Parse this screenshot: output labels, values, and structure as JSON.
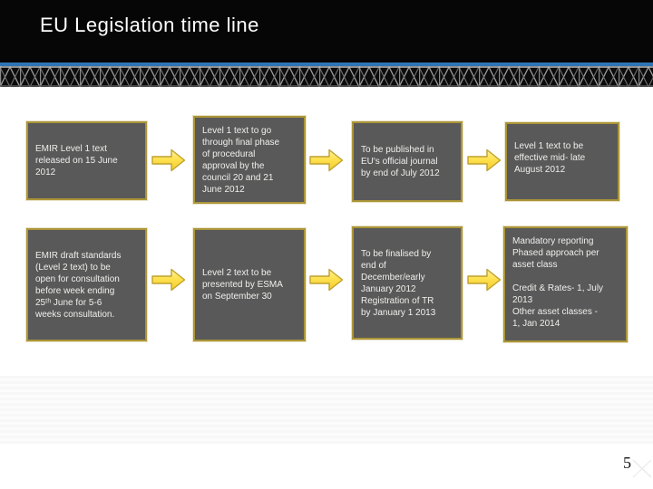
{
  "slide": {
    "title": "EU Legislation time line",
    "page_number": "5"
  },
  "colors": {
    "header_bg": "#060606",
    "title_text": "#FFFFFF",
    "accent_blue": "#2E74B5",
    "box_fill": "#595959",
    "box_border_gold": "#AB9537",
    "box_border_outer": "#EAE3C8",
    "box_text": "#F0EFEC",
    "arrow_fill": "#FFE14E",
    "arrow_border": "#BFA12C"
  },
  "icons": {
    "flow_arrow": "right-block-arrow",
    "banner": "steel-truss-bridge-pattern"
  },
  "timeline": {
    "boxes": [
      {
        "text": "EMIR Level 1 text\nreleased on 15 June\n2012"
      },
      {
        "text": "Level 1 text to go\nthrough final phase\nof procedural\napproval by the\ncouncil 20 and 21\nJune 2012"
      },
      {
        "text": "To be published in\nEU's official journal\nby end of July 2012"
      },
      {
        "text": "Level 1 text to be\neffective mid- late\nAugust 2012"
      },
      {
        "text": "EMIR draft standards\n(Level 2 text) to be\nopen for consultation\nbefore week ending\n25ᵗʰ June for 5-6\nweeks consultation."
      },
      {
        "text": "Level 2 text to be\npresented by ESMA\non September 30"
      },
      {
        "text": "To be finalised by\nend of\nDecember/early\nJanuary 2012\nRegistration of TR\nby January 1 2013"
      },
      {
        "text": "Mandatory reporting\nPhased approach per\nasset class\n\nCredit & Rates- 1, July\n2013\nOther asset classes -\n1, Jan 2014"
      }
    ]
  }
}
